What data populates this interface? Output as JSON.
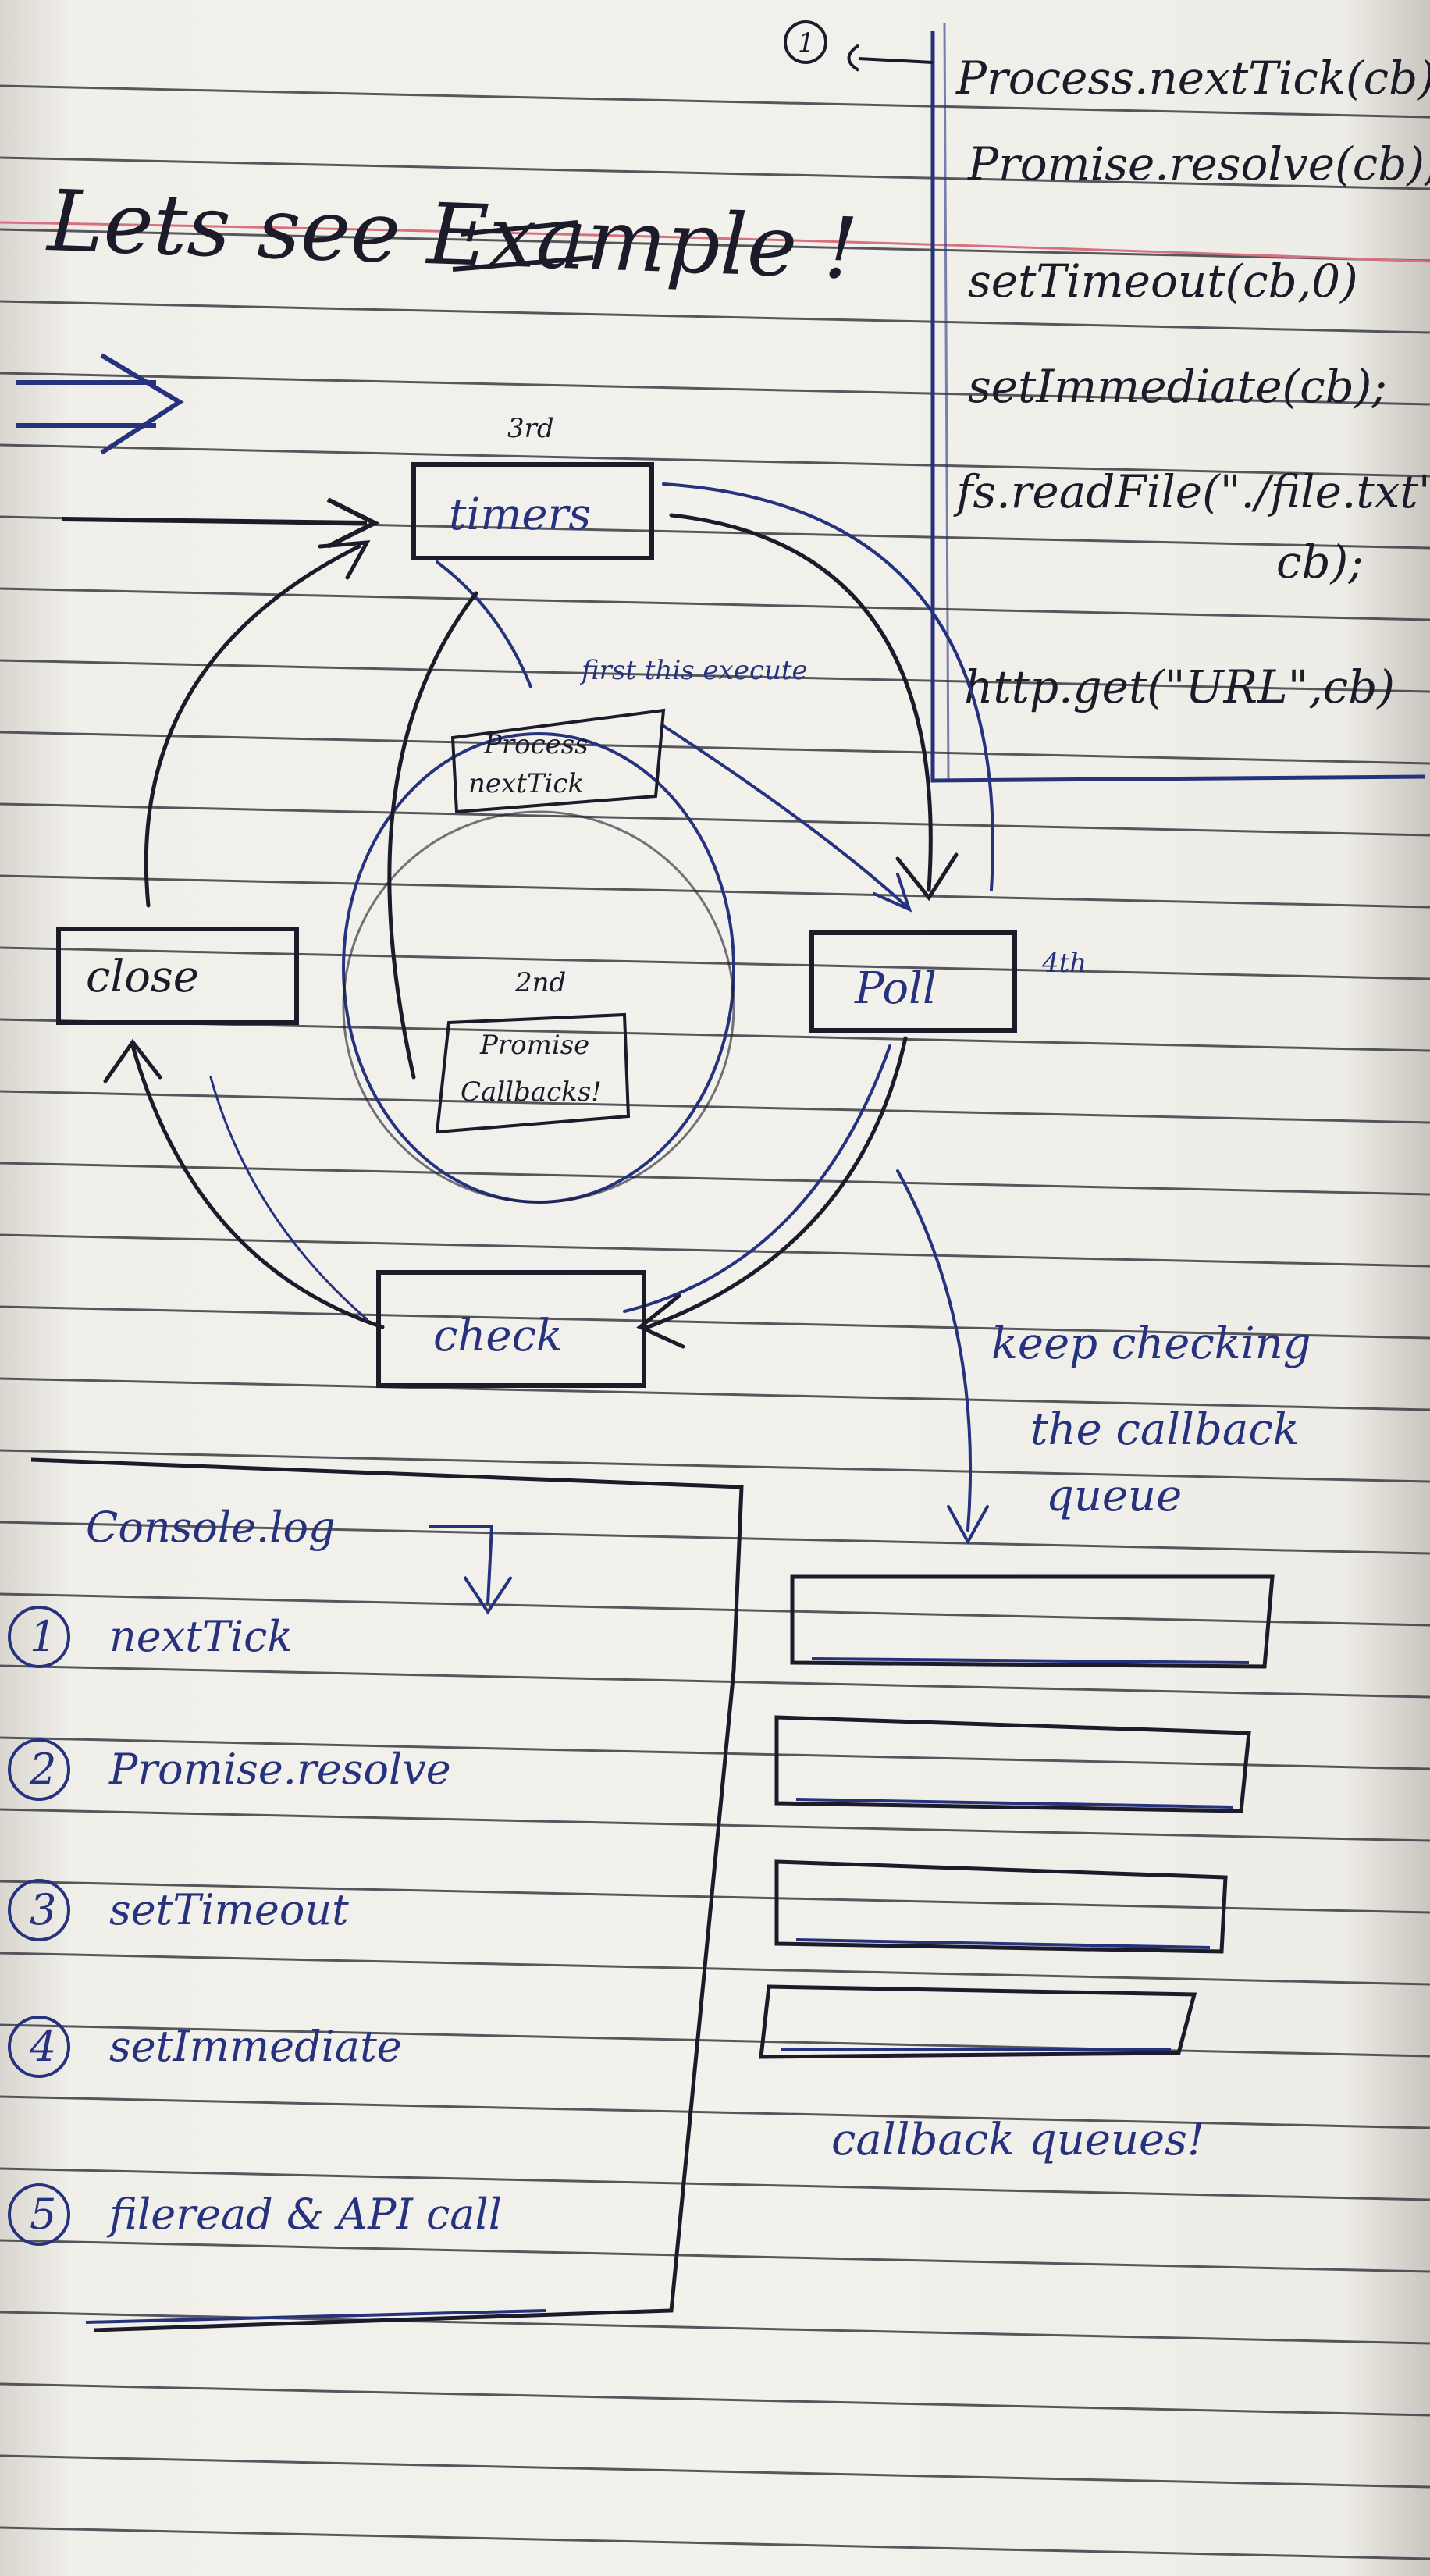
{
  "title": "Lets see Example !",
  "code": {
    "marker": "1",
    "lines": [
      "Process.nextTick(cb);",
      "Promise.resolve(cb);",
      "setTimeout(cb,0)",
      "setImmediate(cb);",
      "fs.readFile(\"./file.txt\",",
      "cb);",
      "http.get(\"URL\",cb)"
    ]
  },
  "loop": {
    "timers": "timers",
    "timers_order": "3rd",
    "poll": "Poll",
    "poll_order": "4th",
    "check": "check",
    "close": "close",
    "next_tick_1": "Process",
    "next_tick_2": "nextTick",
    "next_tick_note": "first this execute",
    "promise_1": "Promise",
    "promise_2": "Callbacks!",
    "promise_order": "2nd"
  },
  "poll_note": [
    "keep checking",
    "the callback",
    "queue"
  ],
  "queues_label": "callback queues!",
  "console": {
    "title": "Console.log",
    "items": [
      {
        "num": "1",
        "text": "nextTick"
      },
      {
        "num": "2",
        "text": "Promise.resolve"
      },
      {
        "num": "3",
        "text": "setTimeout"
      },
      {
        "num": "4",
        "text": "setImmediate"
      },
      {
        "num": "5",
        "text": "fileread & API call"
      }
    ]
  }
}
